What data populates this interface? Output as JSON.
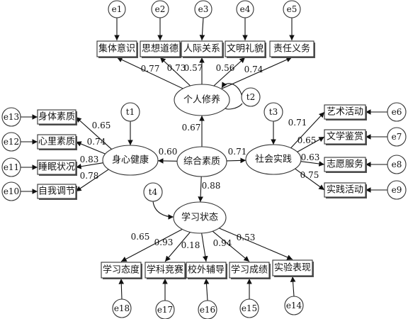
{
  "diagram": {
    "latent": {
      "core": "综合素质",
      "personal": "个人修养",
      "physical": "身心健康",
      "social": "社会实践",
      "study": "学习状态"
    },
    "disturbances": {
      "t1": "t1",
      "t2": "t2",
      "t3": "t3",
      "t4": "t4"
    },
    "personal_indicators": [
      {
        "label": "集体意识",
        "error": "e1",
        "coef": "0.77"
      },
      {
        "label": "思想道德",
        "error": "e2",
        "coef": "0.73"
      },
      {
        "label": "人际关系",
        "error": "e3",
        "coef": "0.57"
      },
      {
        "label": "文明礼貌",
        "error": "e4",
        "coef": "0.56"
      },
      {
        "label": "责任义务",
        "error": "e5",
        "coef": "0.74"
      }
    ],
    "physical_indicators": [
      {
        "label": "身体素质",
        "error": "e13",
        "coef": "0.65"
      },
      {
        "label": "心里素质",
        "error": "e12",
        "coef": "0.74"
      },
      {
        "label": "睡眠状况",
        "error": "e11",
        "coef": "0.83"
      },
      {
        "label": "自我调节",
        "error": "e10",
        "coef": "0.78"
      }
    ],
    "social_indicators": [
      {
        "label": "艺术活动",
        "error": "e6",
        "coef": "0.71"
      },
      {
        "label": "文学鉴赏",
        "error": "e7",
        "coef": "0.65"
      },
      {
        "label": "志愿服务",
        "error": "e8",
        "coef": "0.63"
      },
      {
        "label": "实践活动",
        "error": "e9",
        "coef": "0.75"
      }
    ],
    "study_indicators": [
      {
        "label": "学习态度",
        "error": "e18",
        "coef": "0.65"
      },
      {
        "label": "学科竞赛",
        "error": "e17",
        "coef": "0.93"
      },
      {
        "label": "校外辅导",
        "error": "e16",
        "coef": "0.18"
      },
      {
        "label": "学习成绩",
        "error": "e15",
        "coef": "0.94"
      },
      {
        "label": "实验表现",
        "error": "e14",
        "coef": "0.53"
      }
    ],
    "structural_paths": {
      "core_to_personal": "0.67",
      "core_to_physical": "0.60",
      "core_to_social": "0.71",
      "core_to_study": "0.88"
    }
  }
}
